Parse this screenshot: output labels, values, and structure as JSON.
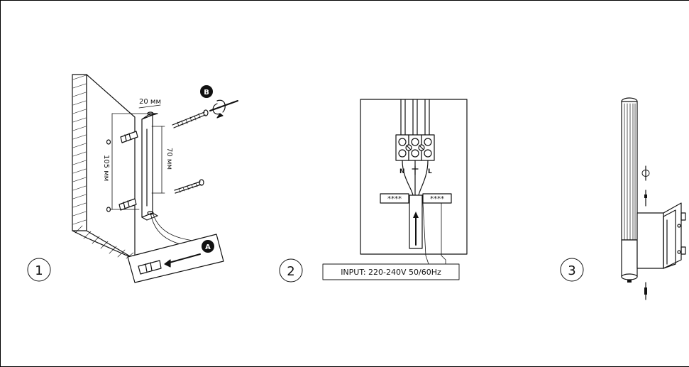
{
  "steps": [
    {
      "number": "1"
    },
    {
      "number": "2"
    },
    {
      "number": "3"
    }
  ],
  "mounting": {
    "dim_top": "20 мм",
    "dim_height": "105 мм",
    "dim_spacing": "70 мм",
    "marker_a": "A",
    "marker_b": "B"
  },
  "wiring": {
    "terminal_n": "N",
    "terminal_l": "L",
    "tag_left": "****",
    "tag_right": "****",
    "input_label": "INPUT: 220-240V 50/60Hz"
  },
  "colors": {
    "line": "#111111",
    "marker_fill": "#111111",
    "background": "#ffffff"
  },
  "icons": [
    "screw-icon",
    "wall-plug-icon",
    "rotation-arrow-icon",
    "ground-icon"
  ]
}
